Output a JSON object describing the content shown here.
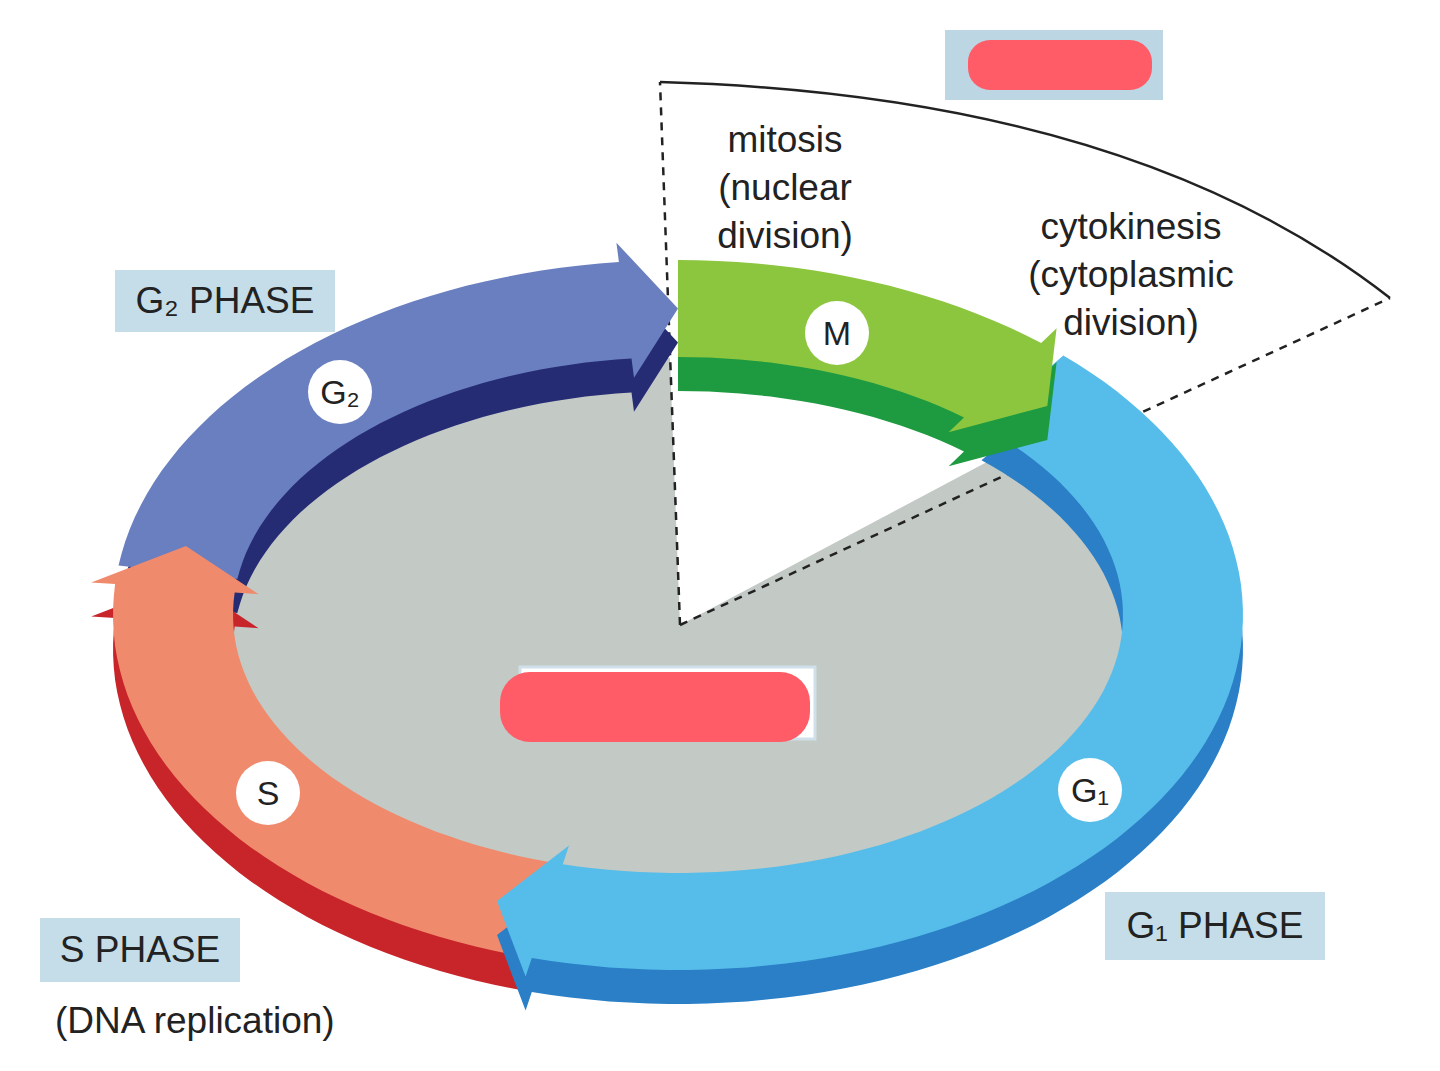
{
  "diagram": {
    "nodes": [
      {
        "text": [
          "G₂ PHASE"
        ]
      },
      {
        "text": [
          "M"
        ]
      },
      {
        "text": [
          "G₂"
        ]
      },
      {
        "text": [
          "S"
        ]
      },
      {
        "text": [
          "G₁"
        ]
      },
      {
        "text": [
          "G₁ PHASE"
        ]
      },
      {
        "text": [
          "S PHASE",
          "(DNA replication)"
        ]
      }
    ],
    "labels": [
      "mitosis (nuclear division)",
      "cytokinesis (cytoplasmic division)"
    ]
  }
}
